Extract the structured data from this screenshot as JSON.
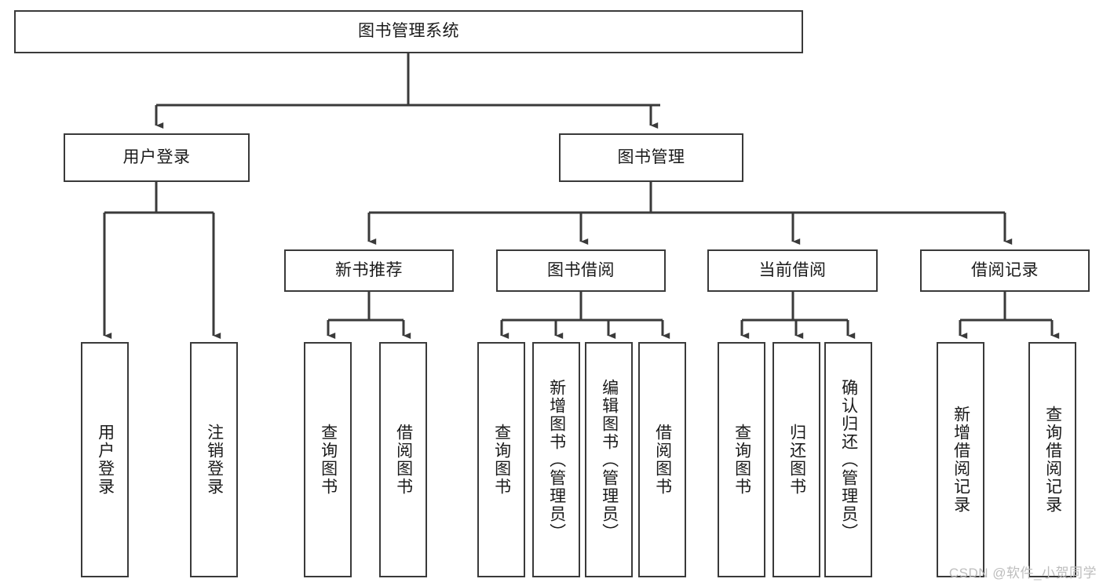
{
  "diagram": {
    "title": "图书管理系统",
    "type": "tree-hierarchy-diagram",
    "colors": {
      "stroke": "#3a3a3a",
      "fill": "#ffffff",
      "text": "#1a1a1a",
      "watermark": "#bdbdbd"
    },
    "root": {
      "label": "图书管理系统"
    },
    "level2": [
      {
        "label": "用户登录"
      },
      {
        "label": "图书管理"
      }
    ],
    "level3": [
      {
        "label": "新书推荐"
      },
      {
        "label": "图书借阅"
      },
      {
        "label": "当前借阅"
      },
      {
        "label": "借阅记录"
      }
    ],
    "leaves": {
      "user_login": [
        {
          "label": "用户登录"
        },
        {
          "label": "注销登录"
        }
      ],
      "new_book_recommend": [
        {
          "label": "查询图书"
        },
        {
          "label": "借阅图书"
        }
      ],
      "book_borrow": [
        {
          "label": "查询图书"
        },
        {
          "label": "新增图书（管理员）"
        },
        {
          "label": "编辑图书（管理员）"
        },
        {
          "label": "借阅图书"
        }
      ],
      "current_borrow": [
        {
          "label": "查询图书"
        },
        {
          "label": "归还图书"
        },
        {
          "label": "确认归还（管理员）"
        }
      ],
      "borrow_record": [
        {
          "label": "新增借阅记录"
        },
        {
          "label": "查询借阅记录"
        }
      ]
    }
  },
  "watermark": {
    "text": "CSDN @软件_小贺同学"
  }
}
